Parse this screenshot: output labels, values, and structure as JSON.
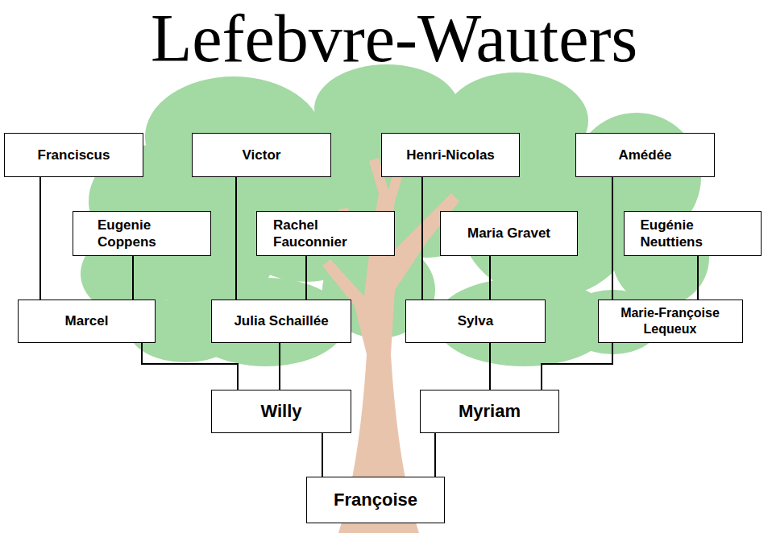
{
  "diagram": {
    "title": "Lefebvre-Wauters",
    "nodes": [
      {
        "text": [
          "Franciscus"
        ]
      },
      {
        "text": [
          "Victor"
        ]
      },
      {
        "text": [
          "Henri-Nicolas"
        ]
      },
      {
        "text": [
          "Amédée"
        ]
      },
      {
        "text": [
          "Eugenie Coppens"
        ]
      },
      {
        "text": [
          "Rachel Fauconnier"
        ]
      },
      {
        "text": [
          "Maria Gravet"
        ]
      },
      {
        "text": [
          "Eugénie Neuttiens"
        ]
      },
      {
        "text": [
          "Marcel"
        ]
      },
      {
        "text": [
          "Julia Schaillée"
        ]
      },
      {
        "text": [
          "Sylva"
        ]
      },
      {
        "text": [
          "Marie-Françoise Lequeux"
        ]
      },
      {
        "text": [
          "Willy"
        ]
      },
      {
        "text": [
          "Myriam"
        ]
      },
      {
        "text": [
          "Françoise"
        ]
      }
    ],
    "edges": [
      {
        "from": 0,
        "to": 8,
        "arrow": "none"
      },
      {
        "from": 4,
        "to": 8,
        "arrow": "none"
      },
      {
        "from": 1,
        "to": 9,
        "arrow": "none"
      },
      {
        "from": 5,
        "to": 9,
        "arrow": "none"
      },
      {
        "from": 2,
        "to": 10,
        "arrow": "none"
      },
      {
        "from": 6,
        "to": 10,
        "arrow": "none"
      },
      {
        "from": 3,
        "to": 11,
        "arrow": "none"
      },
      {
        "from": 7,
        "to": 11,
        "arrow": "none"
      },
      {
        "from": 8,
        "to": 12,
        "arrow": "none"
      },
      {
        "from": 9,
        "to": 12,
        "arrow": "none"
      },
      {
        "from": 10,
        "to": 13,
        "arrow": "none"
      },
      {
        "from": 11,
        "to": 13,
        "arrow": "none"
      },
      {
        "from": 12,
        "to": 14,
        "arrow": "none"
      },
      {
        "from": 13,
        "to": 14,
        "arrow": "none"
      }
    ]
  }
}
